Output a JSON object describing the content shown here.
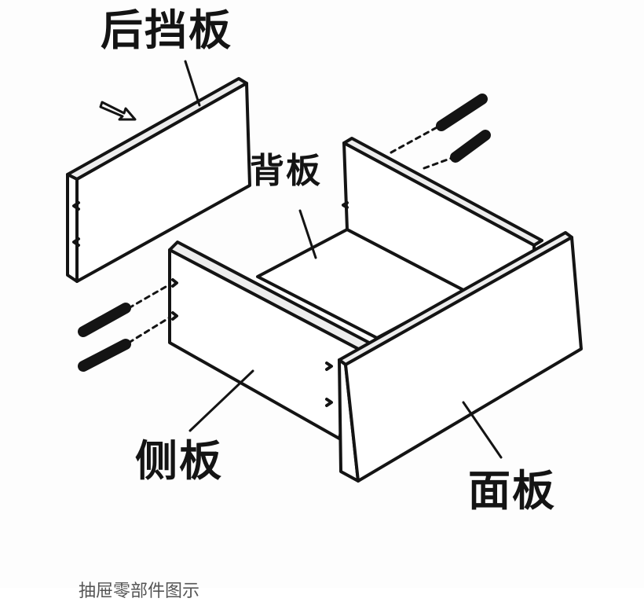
{
  "labels": {
    "rear_panel": "后挡板",
    "back_panel": "背板",
    "side_panel": "侧板",
    "face_panel": "面板"
  },
  "caption": "抽屉零部件图示",
  "colors": {
    "ink": "#141414",
    "panel_fill": "#ffffff",
    "edge_fill": "#ededed"
  }
}
